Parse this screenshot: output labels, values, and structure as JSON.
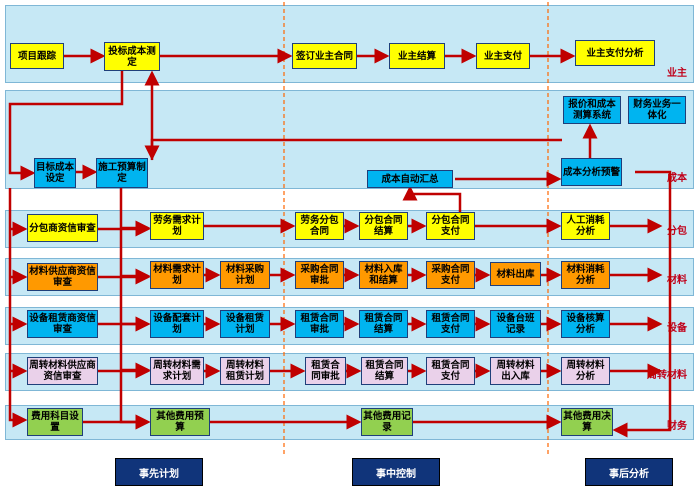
{
  "lanes": {
    "owner": "业主",
    "cost": "成本",
    "subcontract": "分包",
    "material": "材料",
    "equipment": "设备",
    "turnover": "周转材料",
    "expense": "财务"
  },
  "owner": {
    "project_tracking": "项目跟踪",
    "bid_cost": "投标成本测定",
    "sign_contract": "签订业主合同",
    "owner_settlement": "业主结算",
    "owner_payment": "业主支付",
    "owner_payment_analysis": "业主支付分析"
  },
  "cost": {
    "target_cost": "目标成本设定",
    "construction_budget": "施工预算制定",
    "auto_summary": "成本自动汇总",
    "quote_system": "报价和成本测算系统",
    "finance_integration": "财务业务一体化",
    "cost_warning": "成本分析预警"
  },
  "subcontract": {
    "qualification": "分包商资信审查",
    "labor_plan": "劳务需求计划",
    "labor_contract": "劳务分包合同",
    "contract_settlement": "分包合同结算",
    "contract_payment": "分包合同支付",
    "labor_analysis": "人工消耗分析"
  },
  "material": {
    "qualification": "材料供应商资信审查",
    "demand_plan": "材料需求计划",
    "purchase_plan": "材料采购计划",
    "purchase_approval": "采购合同审批",
    "inbound_settlement": "材料入库和结算",
    "purchase_payment": "采购合同支付",
    "outbound": "材料出库",
    "consumption": "材料消耗分析"
  },
  "equipment": {
    "qualification": "设备租赁商资信审查",
    "allocation_plan": "设备配套计划",
    "lease_plan": "设备租赁计划",
    "lease_approval": "租赁合同审批",
    "lease_settlement": "租赁合同结算",
    "lease_payment": "租赁合同支付",
    "shift_record": "设备台班记录",
    "accounting": "设备核算分析"
  },
  "turnover": {
    "qualification": "周转材料供应商资信审查",
    "demand_plan": "周转材料需求计划",
    "lease_plan": "周转材料租赁计划",
    "lease_approval": "租赁合同审批",
    "lease_settlement": "租赁合同结算",
    "lease_payment": "租赁合同支付",
    "outbound": "周转材料出入库",
    "analysis": "周转材料分析"
  },
  "expense": {
    "subject_setup": "费用科目设置",
    "other_budget": "其他费用预算",
    "other_record": "其他费用记录",
    "other_final": "其他费用决算"
  },
  "phases": {
    "pre_plan": "事先计划",
    "in_control": "事中控制",
    "post_analysis": "事后分析"
  },
  "colors": {
    "arrow": "#c00000",
    "lane": "#c6e8f5",
    "phase": "#10347a",
    "divider": "#ff6600"
  }
}
